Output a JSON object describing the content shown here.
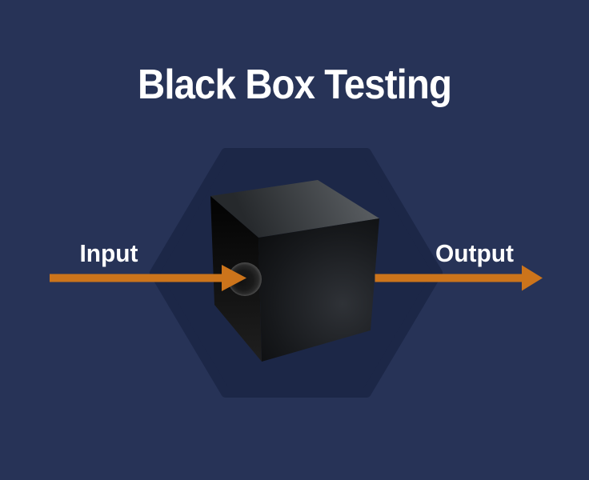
{
  "title": "Black Box Testing",
  "diagram": {
    "input_label": "Input",
    "output_label": "Output"
  },
  "colors": {
    "background": "#273357",
    "hexagon": "#1C2747",
    "arrow": "#CC741B",
    "title_text": "#FFFFFF",
    "label_text": "#FFFFFF",
    "cube_top_light": "#585C60",
    "cube_top_dark": "#26292C",
    "cube_left_top": "#030303",
    "cube_left_bottom": "#1F1F1F",
    "cube_front_light": "#2F3237",
    "cube_front_mid": "#17191C",
    "cube_front_dark": "#070809",
    "hole_center": "#111111",
    "hole_mid": "#1A1A1A",
    "hole_rim": "#4C4C4C"
  }
}
